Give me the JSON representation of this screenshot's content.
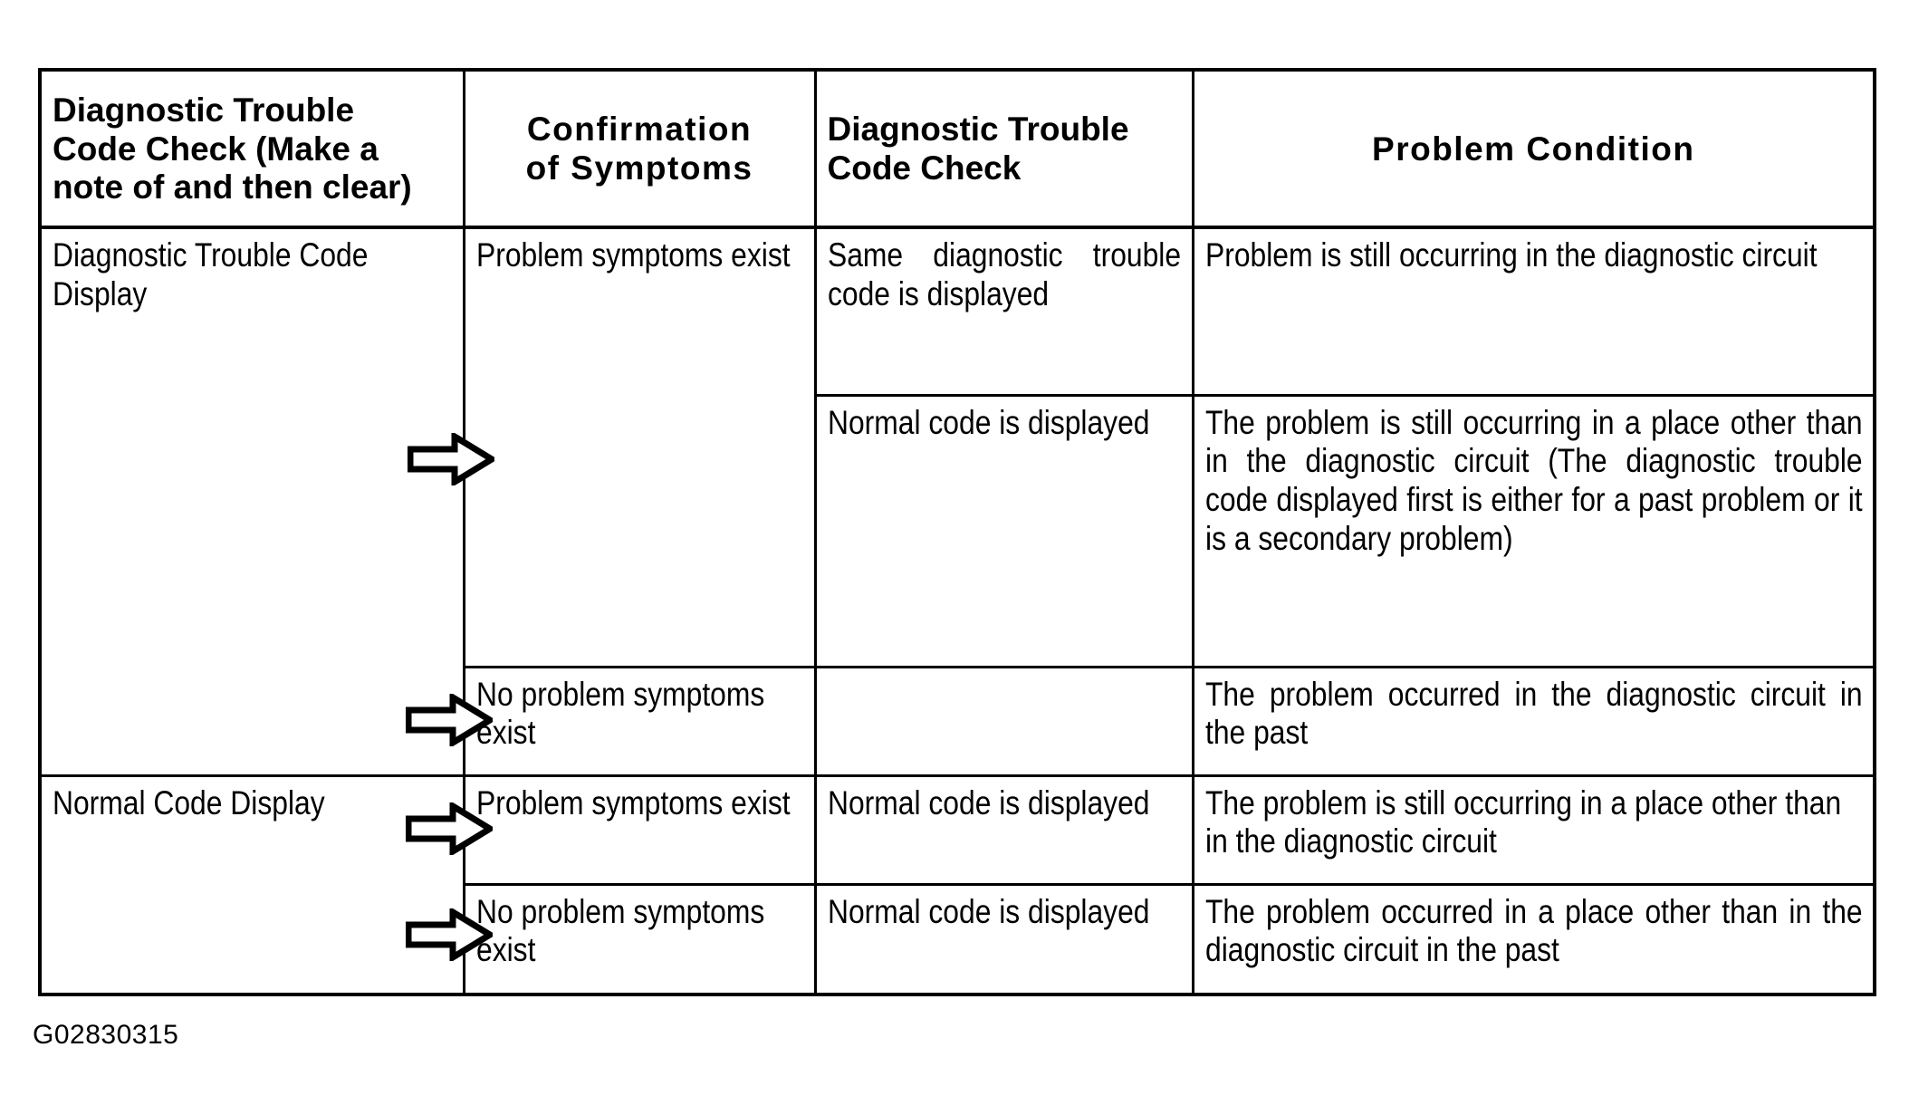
{
  "figure": {
    "caption": "G02830315",
    "accent_color": "#000000",
    "background_color": "#ffffff"
  },
  "table": {
    "headers": [
      "Diagnostic Trouble Code Check (Make a note of and then clear)",
      "Confirmation of Symptoms",
      "Diagnostic Trouble Code Check",
      "Problem Condition"
    ],
    "header_lines": {
      "col1": [
        "Diagnostic Trouble",
        "Code Check (Make a",
        "note of and then clear)"
      ],
      "col2": [
        "Confirmation",
        "of Symptoms"
      ],
      "col3": [
        "Diagnostic Trouble",
        "Code Check"
      ],
      "col4": [
        "Problem Condition"
      ]
    },
    "rows": [
      {
        "col1": "Diagnostic Trouble Code Display",
        "col2": "Problem symptoms exist",
        "col3": "Same diagnostic trouble code is displayed",
        "col3_lines": [
          "Same diagnostic",
          "trouble code is",
          "displayed"
        ],
        "col4": "Problem is still occurring in the diagnostic circuit",
        "col4_lines": [
          "Problem is still occurring in the diagnostic",
          "circuit"
        ]
      },
      {
        "col1": "",
        "col2": "",
        "col3": "Normal code is displayed",
        "col3_lines": [
          "Normal code is",
          "displayed"
        ],
        "col4": "The problem is still occurring in a place other than in the diagnostic circuit (The diagnostic trouble code displayed first is either for a past problem or it is a secondary problem)",
        "col4_lines": [
          "The problem is still occurring in a place",
          "other than in the diagnostic circuit",
          "(The diagnostic trouble code displayed",
          "first is either for a past problem or it is a",
          "secondary problem)"
        ]
      },
      {
        "col1": "",
        "col2": "No problem symptoms exist",
        "col2_lines": [
          "No problem",
          "symptoms exist"
        ],
        "col3": "",
        "col4": "The problem occurred in the diagnostic circuit in the past",
        "col4_lines": [
          "The problem occurred in the diagnostic",
          "circuit in the past"
        ]
      },
      {
        "col1": "Normal Code Display",
        "col2": "Problem symptoms exist",
        "col2_lines": [
          "Problem symptoms",
          "exist"
        ],
        "col3": "Normal code is displayed",
        "col3_lines": [
          "Normal code is",
          "displayed"
        ],
        "col4": "The problem is still occurring in a place other than in the diagnostic circuit",
        "col4_lines": [
          "The problem is still occurring in a place",
          "other than in the diagnostic circuit"
        ]
      },
      {
        "col1": "",
        "col2": "No problem symptoms exist",
        "col2_lines": [
          "No problem",
          "symptoms exist"
        ],
        "col3": "Normal code is displayed",
        "col3_lines": [
          "Normal code is",
          "displayed"
        ],
        "col4": "The problem occurred in a place other than in the diagnostic circuit in the past",
        "col4_lines": [
          "The problem occurred in a place other",
          "than in the diagnostic circuit in the past"
        ]
      }
    ]
  },
  "arrows": {
    "count": 4,
    "shape": "hollow-block-arrow-right",
    "labels": [
      "arrow-to-problem-symptoms-exist-row1",
      "arrow-to-no-problem-symptoms-exist-row3",
      "arrow-to-problem-symptoms-exist-row4",
      "arrow-to-no-problem-symptoms-exist-row5"
    ]
  }
}
